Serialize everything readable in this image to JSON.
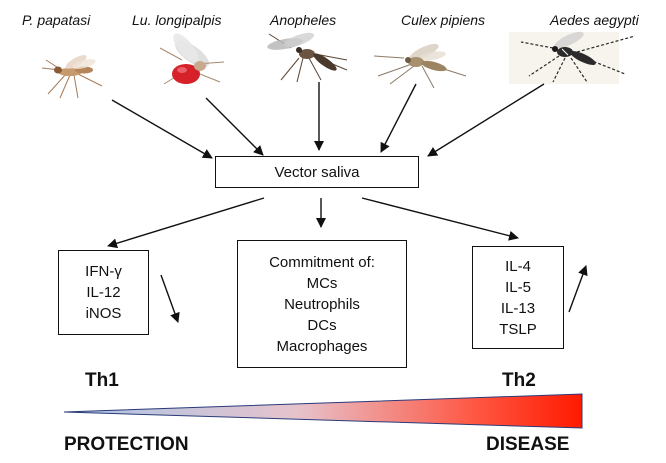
{
  "species": [
    {
      "name": "P. papatasi",
      "icon": "sandfly-icon"
    },
    {
      "name": "Lu. longipalpis",
      "icon": "blood-fed-sandfly-icon"
    },
    {
      "name": "Anopheles",
      "icon": "anopheles-mosquito-icon"
    },
    {
      "name": "Culex pipiens",
      "icon": "culex-mosquito-icon"
    },
    {
      "name": "Aedes aegypti",
      "icon": "aedes-mosquito-icon"
    }
  ],
  "center_box": "Vector saliva",
  "th1_box": [
    "IFN-γ",
    "IL-12",
    "iNOS"
  ],
  "commitment_box": [
    "Commitment of:",
    "MCs",
    "Neutrophils",
    "DCs",
    "Macrophages"
  ],
  "th2_box": [
    "IL-4",
    "IL-5",
    "IL-13",
    "TSLP"
  ],
  "th1_label": "Th1",
  "th2_label": "Th2",
  "protection_label": "PROTECTION",
  "disease_label": "DISEASE",
  "th1_trend": "down",
  "th2_trend": "up",
  "colors": {
    "gradient_start": "#a9c4e6",
    "gradient_mid": "#e6c3cc",
    "gradient_end": "#ff1a00",
    "blood": "#d6202a",
    "aedes_body": "#2b2b2b"
  }
}
